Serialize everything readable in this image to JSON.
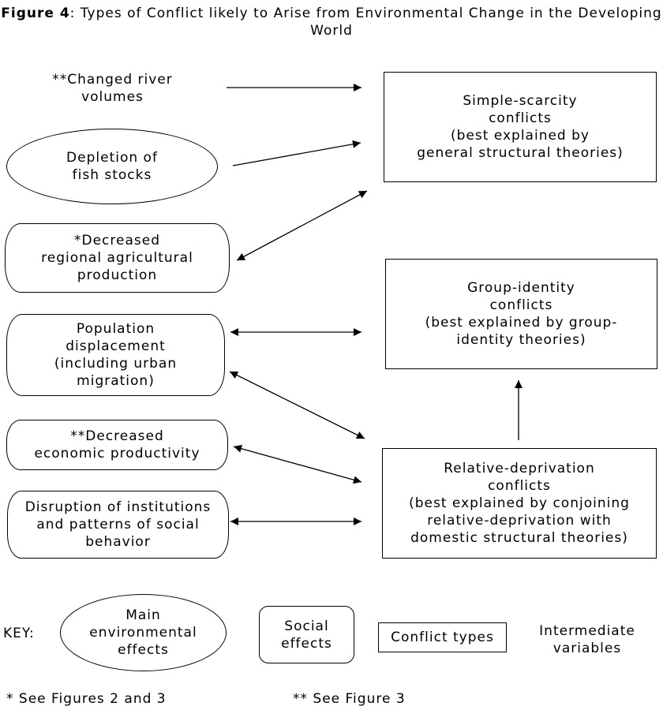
{
  "title": {
    "prefix": "Figure 4",
    "text": ":  Types of Conflict likely to Arise from Environmental Change in the Developing World"
  },
  "nodes": {
    "river": "**Changed river\nvolumes",
    "fish": "Depletion of\nfish stocks",
    "agri": "*Decreased\nregional agricultural\nproduction",
    "population": "Population\ndisplacement\n(including urban\nmigration)",
    "economic": "**Decreased\neconomic productivity",
    "disruption": "Disruption of institutions\nand patterns of social\nbehavior",
    "simple": "Simple-scarcity\nconflicts\n(best explained by\ngeneral structural theories)",
    "group": "Group-identity\nconflicts\n(best explained by group-\nidentity theories)",
    "relative": "Relative-deprivation\nconflicts\n(best explained by conjoining\nrelative-deprivation with\ndomestic structural theories)"
  },
  "key": {
    "label": "KEY:",
    "environmental": "Main\nenvironmental\neffects",
    "social": "Social\neffects",
    "conflict": "Conflict types",
    "intermediate": "Intermediate\nvariables"
  },
  "footnotes": {
    "single": "* See Figures 2 and 3",
    "double": "** See Figure 3"
  }
}
